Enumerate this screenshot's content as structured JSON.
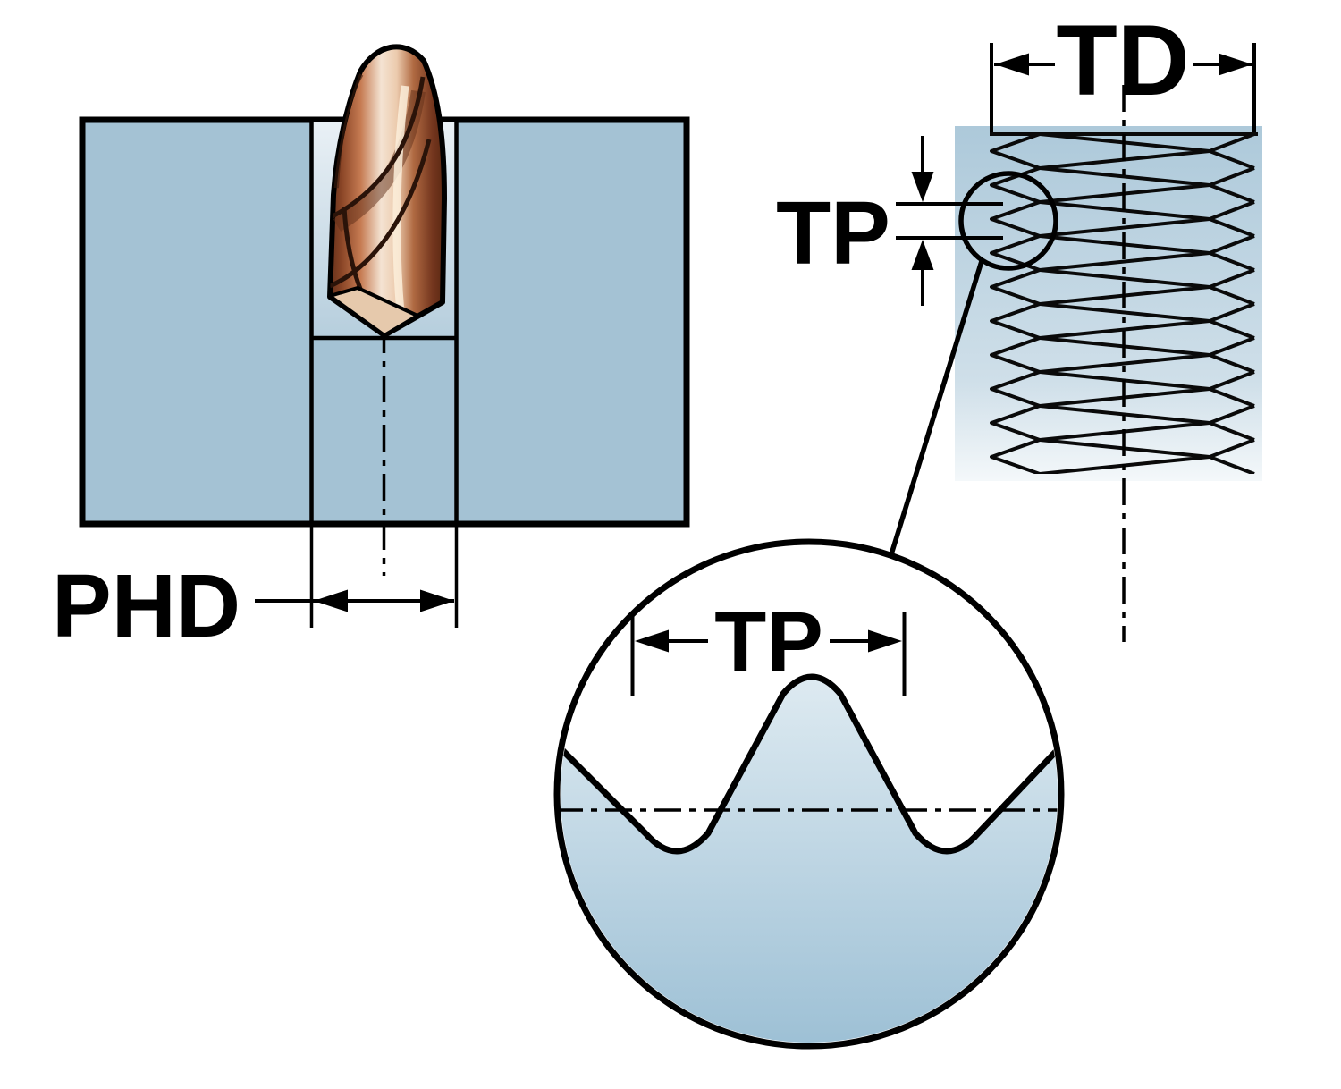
{
  "diagram": {
    "labels": {
      "phd": "PHD",
      "td": "TD",
      "tp": "TP",
      "tp_detail": "TP"
    },
    "colors": {
      "material_blue": "#a4c2d4",
      "material_light": "#e9f0f5",
      "detail_fill_top": "#e2edf3",
      "detail_fill_bottom": "#9dc0d5",
      "tool_copper": "#b06a48",
      "tool_highlight": "#f4e3d2",
      "tool_shadow": "#5a2b18",
      "line_black": "#000000",
      "background_white": "#ffffff"
    }
  }
}
